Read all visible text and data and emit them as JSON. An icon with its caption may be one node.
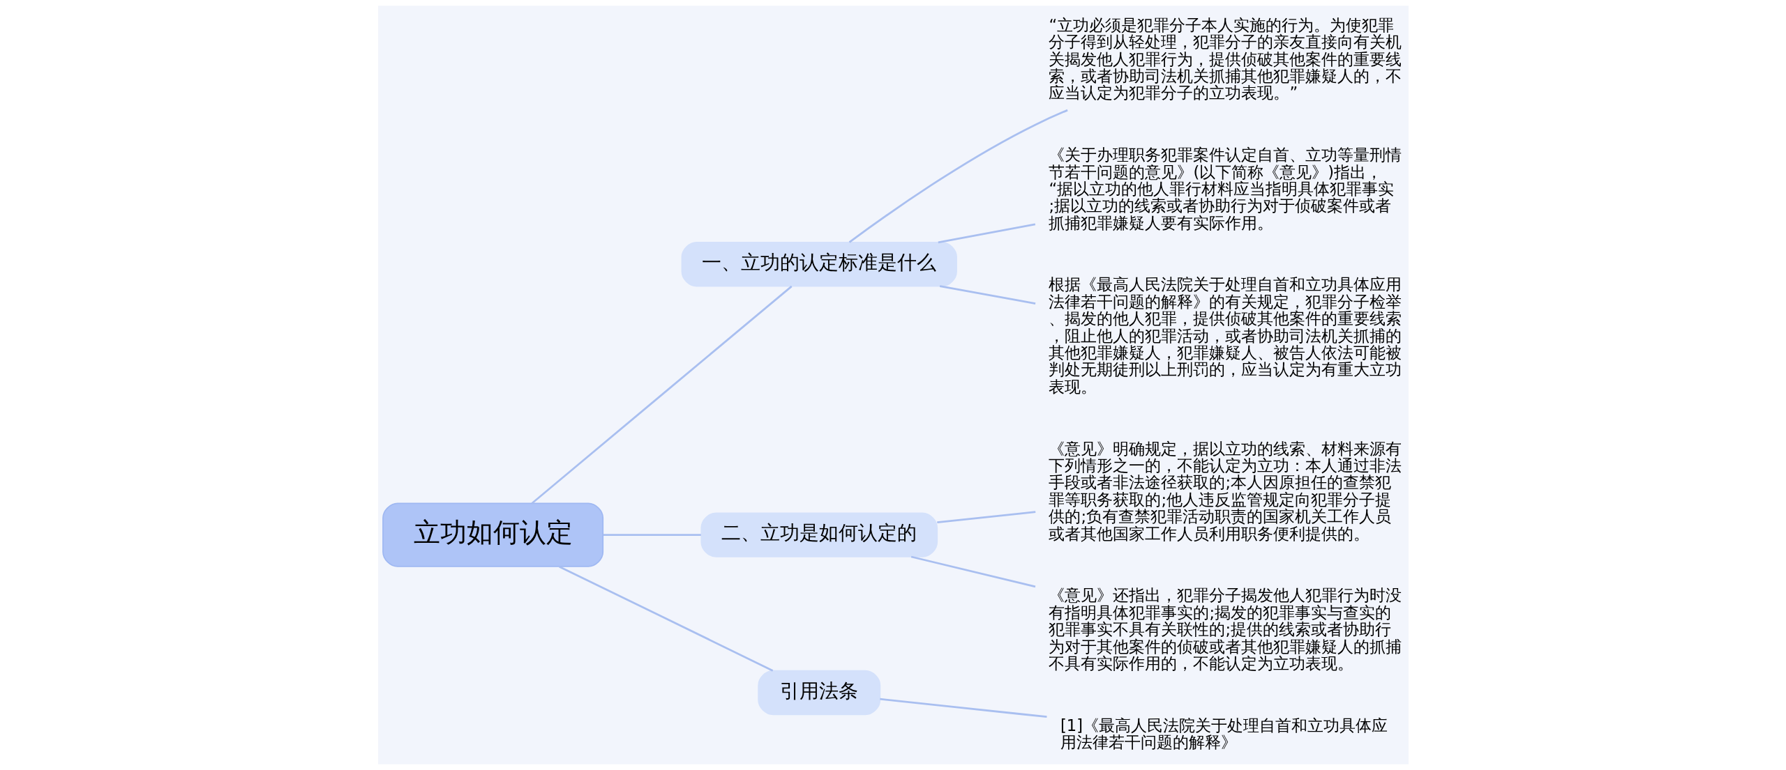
{
  "diagram": {
    "nodes": [
      {
        "text": [
          "立功如何认定"
        ]
      },
      {
        "text": [
          "一、立功的认定标准是什么"
        ]
      },
      {
        "text": [
          "“立功必须是犯罪分子本人实施的行为。为使犯罪分子得到从轻处理，犯罪分子的亲友直接向有关机关揭发他人犯罪行为，提供侦破其他案件的重要线索，或者协助司法机关抓捕其他犯罪嫌疑人的，不应当认定为犯罪分子的立功表现。”"
        ]
      },
      {
        "text": [
          "《关于办理职务犯罪案件认定自首、立功等量刑情节若干问题的意见》(以下简称《意见》)指出，“据以立功的他人罪行材料应当指明具体犯罪事实;据以立功的线索或者协助行为对于侦破案件或者抓捕犯罪嫌疑人要有实际作用。"
        ]
      },
      {
        "text": [
          "根据《最高人民法院关于处理自首和立功具体应用法律若干问题的解释》的有关规定，犯罪分子检举、揭发的他人犯罪，提供侦破其他案件的重要线索，阻止他人的犯罪活动，或者协助司法机关抓捕的其他犯罪嫌疑人，犯罪嫌疑人、被告人依法可能被判处无期徒刑以上刑罚的，应当认定为有重大立功表现。"
        ]
      },
      {
        "text": [
          "二、立功是如何认定的"
        ]
      },
      {
        "text": [
          "《意见》明确规定，据以立功的线索、材料来源有下列情形之一的，不能认定为立功：本人通过非法手段或者非法途径获取的;本人因原担任的查禁犯罪等职务获取的;他人违反监管规定向犯罪分子提供的;负有查禁犯罪活动职责的国家机关工作人员或者其他国家工作人员利用职务便利提供的。"
        ]
      },
      {
        "text": [
          "《意见》还指出，犯罪分子揭发他人犯罪行为时没有指明具体犯罪事实的;揭发的犯罪事实与查实的犯罪事实不具有关联性的;提供的线索或者协助行为对于其他案件的侦破或者其他犯罪嫌疑人的抓捕不具有实际作用的，不能认定为立功表现。"
        ]
      },
      {
        "text": [
          "引用法条"
        ]
      },
      {
        "text": [
          "[1]《最高人民法院关于处理自首和立功具体应用法律若干问题的解释》"
        ]
      }
    ],
    "edges": [
      {
        "from": 0,
        "to": 1,
        "arrow": "none"
      },
      {
        "from": 1,
        "to": 2,
        "arrow": "none"
      },
      {
        "from": 1,
        "to": 3,
        "arrow": "none"
      },
      {
        "from": 1,
        "to": 4,
        "arrow": "none"
      },
      {
        "from": 0,
        "to": 5,
        "arrow": "none"
      },
      {
        "from": 5,
        "to": 6,
        "arrow": "none"
      },
      {
        "from": 5,
        "to": 7,
        "arrow": "none"
      },
      {
        "from": 0,
        "to": 8,
        "arrow": "none"
      },
      {
        "from": 8,
        "to": 9,
        "arrow": "none"
      }
    ]
  }
}
